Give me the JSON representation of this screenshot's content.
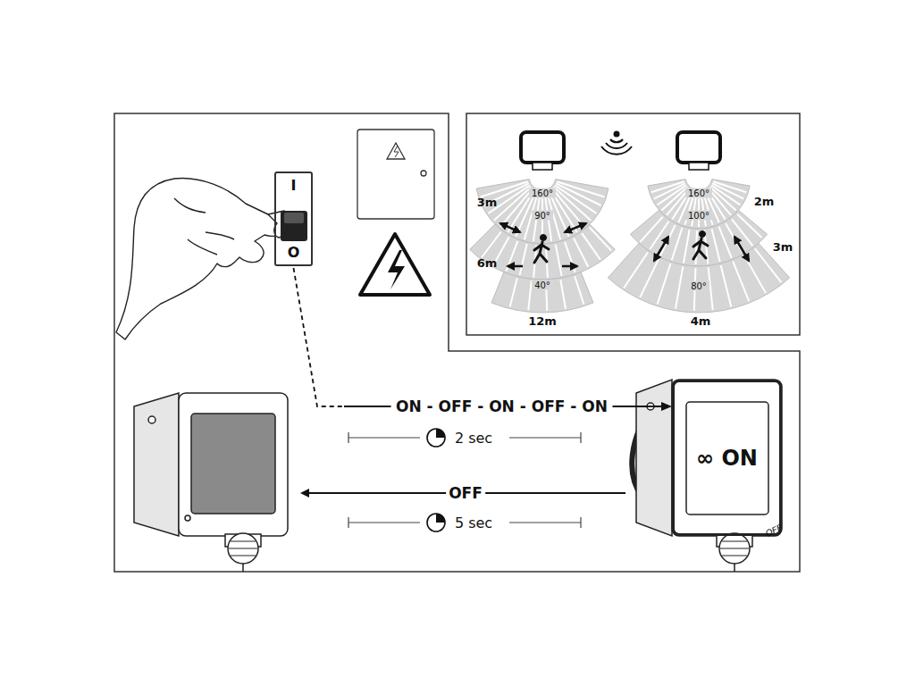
{
  "diagram": {
    "nodes": [
      {
        "text": [
          "I",
          "O"
        ]
      },
      {
        "text": [
          "∞ ON"
        ]
      }
    ],
    "edges": [
      {
        "from": 0,
        "to": 1,
        "arrow": "to",
        "label": "ON - OFF - ON - OFF - ON"
      }
    ],
    "labels": [
      "3m",
      "160°",
      "90°",
      "6m",
      "40°",
      "12m",
      "160°",
      "100°",
      "2m",
      "3m",
      "80°",
      "4m",
      "2 sec",
      "OFF",
      "5 sec",
      "OFF"
    ]
  }
}
